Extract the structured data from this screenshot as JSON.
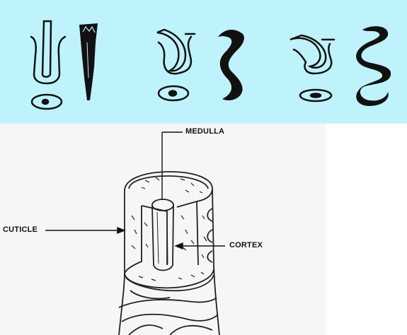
{
  "colors": {
    "top_background": "#bff3fb",
    "ink": "#111111",
    "paper": "#f6f6f6"
  },
  "top_panel": {
    "figures": [
      {
        "name": "straight-hair-follicle-icon"
      },
      {
        "name": "straight-hair-strand-icon"
      },
      {
        "name": "wavy-hair-follicle-icon"
      },
      {
        "name": "wavy-hair-strand-icon"
      },
      {
        "name": "curly-hair-follicle-icon"
      },
      {
        "name": "curly-hair-strand-icon"
      }
    ]
  },
  "hair_diagram": {
    "labels": {
      "medulla": "MEDULLA",
      "cuticle": "CUTICLE",
      "cortex": "CORTEX"
    }
  }
}
